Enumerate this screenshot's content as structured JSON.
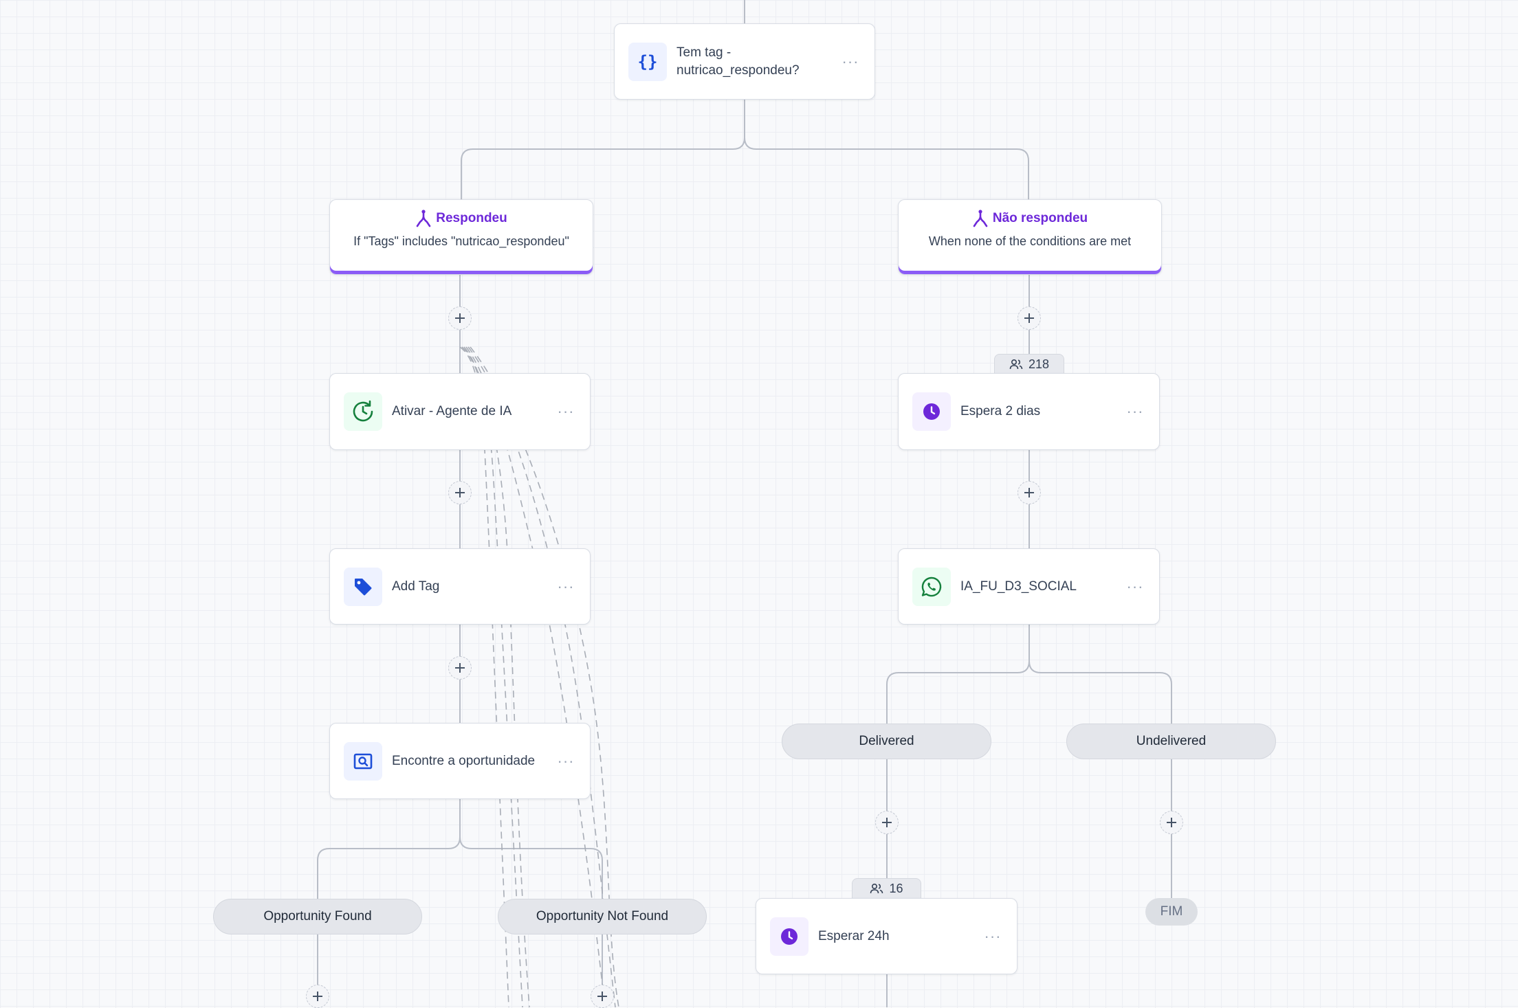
{
  "colors": {
    "accent_purple": "#6d28d9",
    "branch_underline": "#8b5cf6",
    "connector": "#b8bdc7",
    "dashed_connector": "#a8adb6",
    "icon_blue": "#1d4ed8",
    "icon_green": "#15803d"
  },
  "condition_node": {
    "label_line1": "Tem tag -",
    "label_line2": "nutricao_respondeu?",
    "icon": "braces-icon"
  },
  "branches": {
    "left": {
      "title": "Respondeu",
      "condition": "If \"Tags\" includes \"nutricao_respondeu\"",
      "icon": "fork-icon"
    },
    "right": {
      "title": "Não respondeu",
      "condition": "When none of the conditions are met",
      "icon": "fork-icon"
    }
  },
  "left_flow": {
    "ativar": {
      "label": "Ativar - Agente de IA",
      "icon": "clock-refresh-icon"
    },
    "add_tag": {
      "label": "Add Tag",
      "icon": "tag-icon"
    },
    "encontre": {
      "label": "Encontre a oportunidade",
      "icon": "search-box-icon"
    },
    "outcomes": {
      "found": "Opportunity Found",
      "not_found": "Opportunity Not Found"
    }
  },
  "right_flow": {
    "wait_count": "218",
    "espera": {
      "label": "Espera 2 dias",
      "icon": "clock-icon"
    },
    "whatsapp": {
      "label": "IA_FU_D3_SOCIAL",
      "icon": "whatsapp-icon"
    },
    "outcomes": {
      "delivered": "Delivered",
      "undelivered": "Undelivered"
    },
    "delivered_count": "16",
    "esperar": {
      "label": "Esperar 24h",
      "icon": "clock-icon"
    },
    "end_label": "FIM"
  },
  "menu_dots": "···"
}
